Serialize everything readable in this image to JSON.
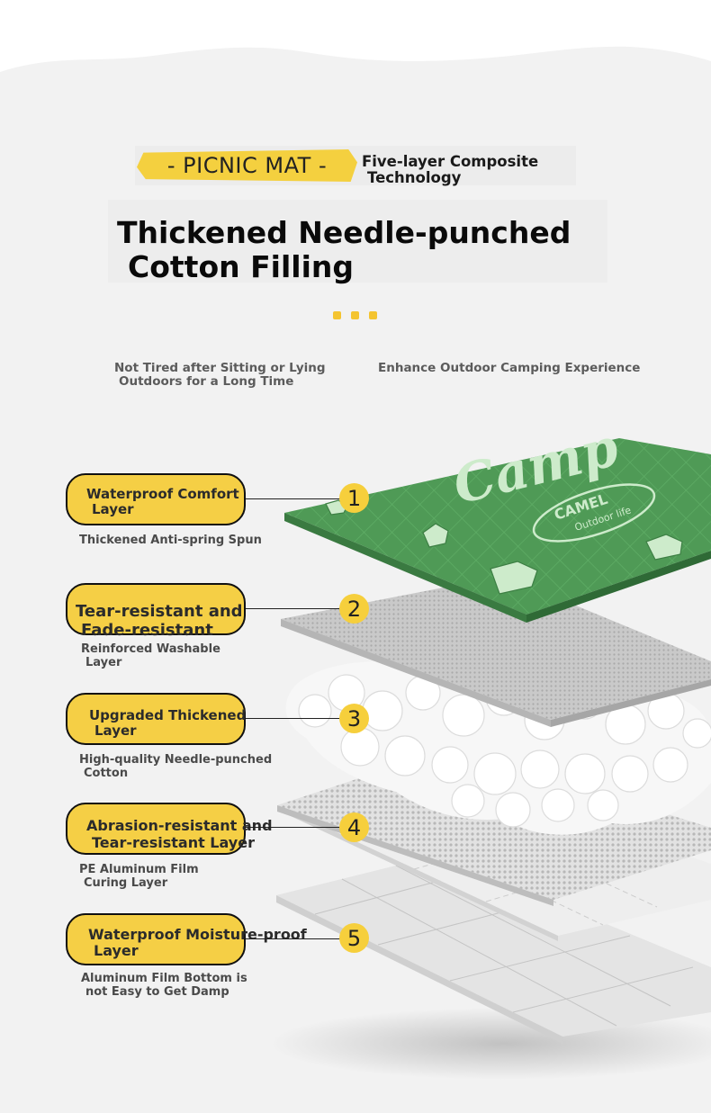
{
  "tag": {
    "label": "- PICNIC MAT -",
    "sub_line1": "Five-layer Composite",
    "sub_line2": "Technology"
  },
  "headline": {
    "line1": "Thickened Needle-punched",
    "line2": "Cotton Filling"
  },
  "features": [
    {
      "line1": "Not Tired after Sitting or Lying",
      "line2": "Outdoors for a Long Time"
    },
    {
      "line1": "Enhance Outdoor Camping Experience"
    }
  ],
  "mat_print": {
    "script": "Camp",
    "brand": "CAMEL",
    "brand_sub": "Outdoor life"
  },
  "layers": [
    {
      "number": "1",
      "title_line1": "Waterproof Comfort",
      "title_line2": "Layer",
      "desc_line1": "Thickened Anti-spring Spun"
    },
    {
      "number": "2",
      "title_line1": "Tear-resistant and",
      "title_line2": "Fade-resistant",
      "desc_line1": "Reinforced Washable",
      "desc_line2": "Layer"
    },
    {
      "number": "3",
      "title_line1": "Upgraded Thickened",
      "title_line2": "Layer",
      "desc_line1": "High-quality Needle-punched",
      "desc_line2": "Cotton"
    },
    {
      "number": "4",
      "title_line1": "Abrasion-resistant and",
      "title_line2": "Tear-resistant Layer",
      "desc_line1": "PE Aluminum Film",
      "desc_line2": "Curing Layer"
    },
    {
      "number": "5",
      "title_line1": "Waterproof Moisture-proof",
      "title_line2": "Layer",
      "desc_line1": "Aluminum Film Bottom is",
      "desc_line2": "not Easy to Get Damp"
    }
  ],
  "colors": {
    "accent": "#F5CF45",
    "mat_green": "#4E9A55",
    "mat_print": "#CDEBCB",
    "background": "#F2F2F2"
  }
}
